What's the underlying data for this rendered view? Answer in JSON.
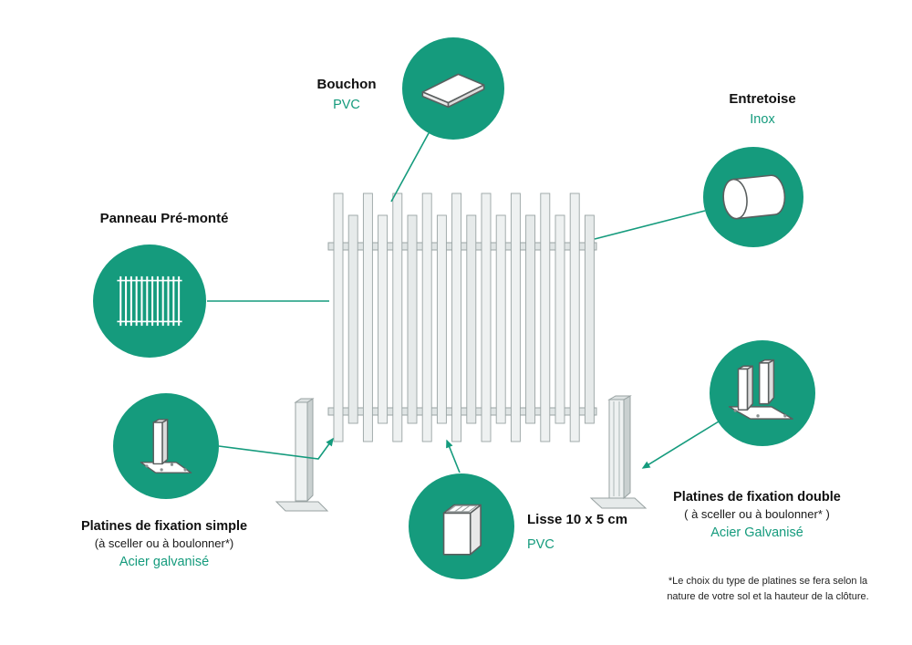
{
  "colors": {
    "accent": "#159b7d"
  },
  "labels": {
    "bouchon": {
      "title": "Bouchon",
      "material": "PVC"
    },
    "entretoise": {
      "title": "Entretoise",
      "material": "Inox"
    },
    "panneau": {
      "title": "Panneau Pré-monté"
    },
    "platines_simple": {
      "title": "Platines de fixation simple",
      "subtitle": "(à sceller ou à boulonner*)",
      "material": "Acier galvanisé"
    },
    "lisse": {
      "title": "Lisse 10 x 5 cm",
      "material": "PVC"
    },
    "platines_double": {
      "title": "Platines de fixation double",
      "subtitle": "( à sceller ou à boulonner* )",
      "material": "Acier Galvanisé"
    },
    "footnote_line1": "*Le choix du type de platines se fera selon la",
    "footnote_line2": "nature de votre sol et la hauteur de la clôture."
  }
}
